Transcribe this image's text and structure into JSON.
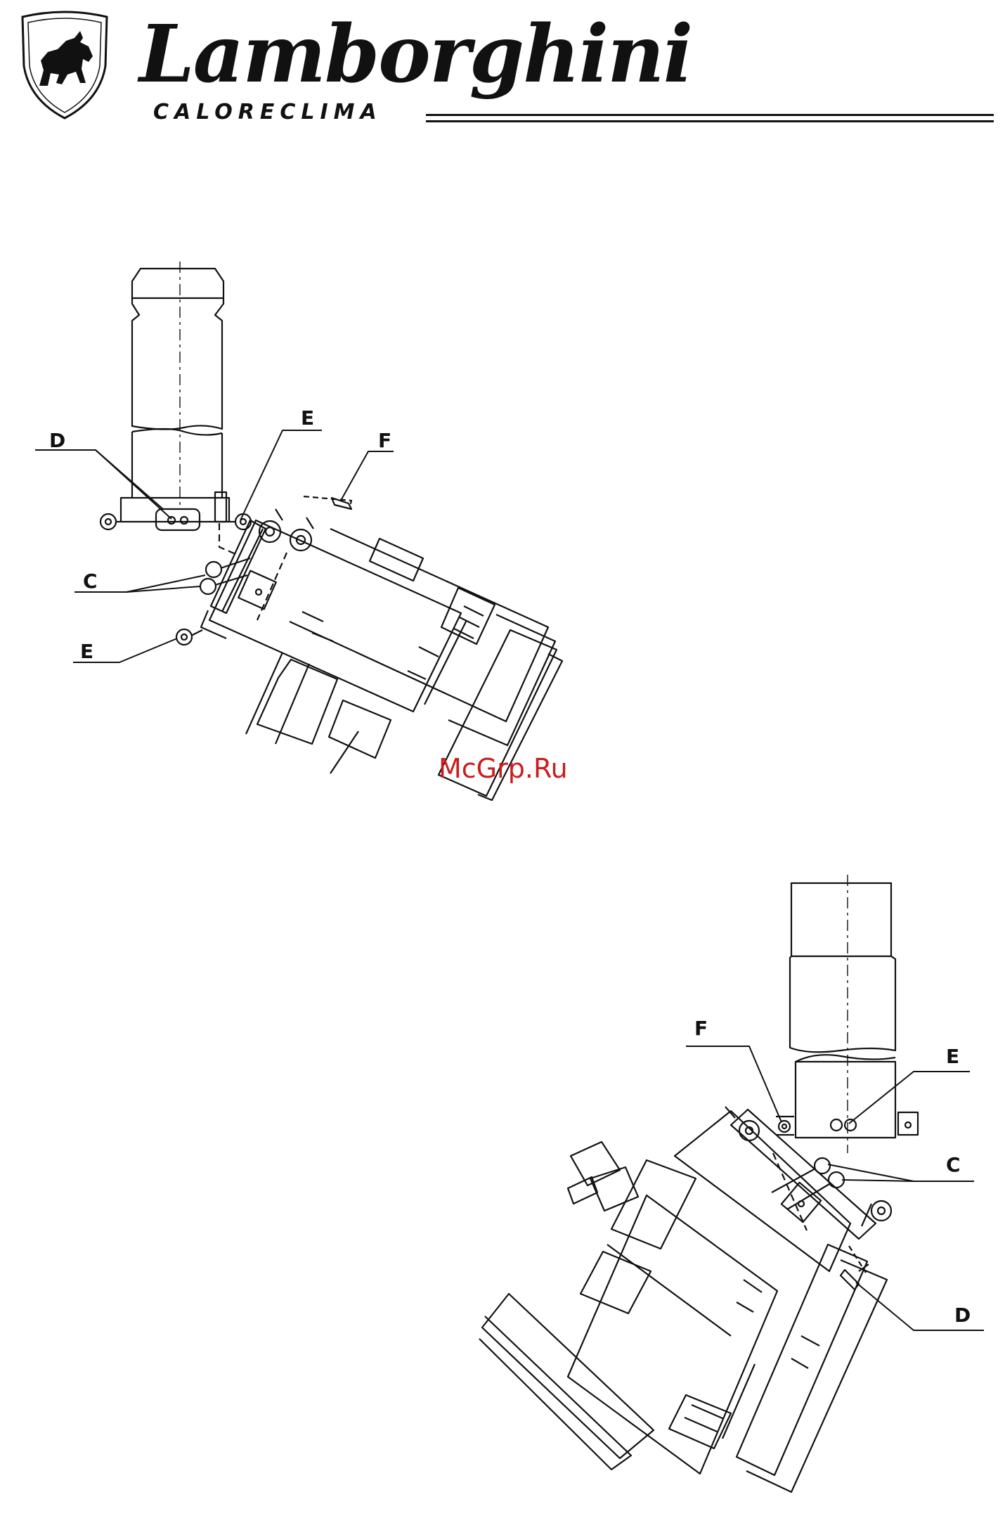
{
  "header": {
    "brand": "Lamborghini",
    "sub_brand": "CALORECLIMA",
    "logo_icon": "bull-shield-icon"
  },
  "figure_top": {
    "labels": {
      "D": "D",
      "E_top": "E",
      "F": "F",
      "C": "C",
      "E_bottom": "E"
    }
  },
  "figure_bottom": {
    "labels": {
      "F": "F",
      "E": "E",
      "C": "C",
      "D": "D"
    }
  },
  "watermark": "McGrp.Ru"
}
